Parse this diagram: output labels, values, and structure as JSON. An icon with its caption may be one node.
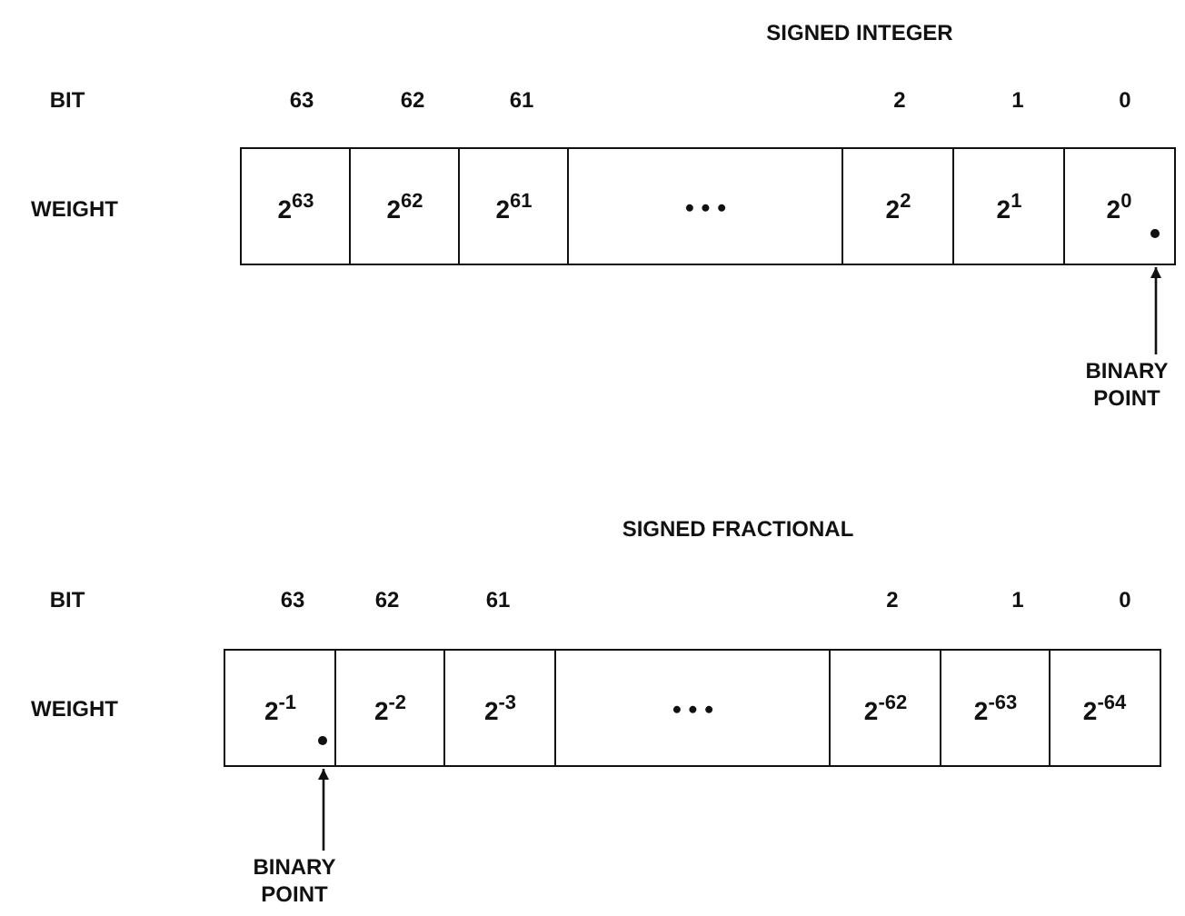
{
  "diagram": {
    "nodes": [
      {
        "text": [
          "2$^{63}$"
        ]
      },
      {
        "text": [
          "2$^{62}$"
        ]
      },
      {
        "text": [
          "2$^{61}$"
        ]
      },
      {
        "text": [
          "• • •"
        ]
      },
      {
        "text": [
          "2$^{2}$"
        ]
      },
      {
        "text": [
          "2$^{1}$"
        ]
      },
      {
        "text": [
          "2$^{0}$"
        ]
      },
      {
        "text": [],
        "shape": "circle",
        "in": 6
      },
      {
        "text": [
          "BINARY POINT"
        ]
      },
      {
        "text": [
          "2$^{-1}$"
        ]
      },
      {
        "text": [
          "2$^{-2}$"
        ]
      },
      {
        "text": [
          "2$^{-3}$"
        ]
      },
      {
        "text": [
          "• • •"
        ]
      },
      {
        "text": [
          "2$^{-62}$"
        ]
      },
      {
        "text": [
          "2$^{-63}$"
        ]
      },
      {
        "text": [
          "2$^{-64}$"
        ]
      },
      {
        "text": [],
        "shape": "circle",
        "in": 9
      },
      {
        "text": [
          "BINARY POINT"
        ]
      }
    ],
    "edges": [
      {
        "from": 8,
        "to": 7,
        "arrow": "to"
      },
      {
        "from": 17,
        "to": 16,
        "arrow": "to"
      }
    ],
    "labels": [
      "SIGNED INTEGER",
      "BIT",
      "63",
      "62",
      "61",
      "2",
      "1",
      "0",
      "WEIGHT",
      "SIGNED FRACTIONAL",
      "BIT",
      "63",
      "62",
      "61",
      "2",
      "1",
      "0",
      "WEIGHT"
    ]
  }
}
